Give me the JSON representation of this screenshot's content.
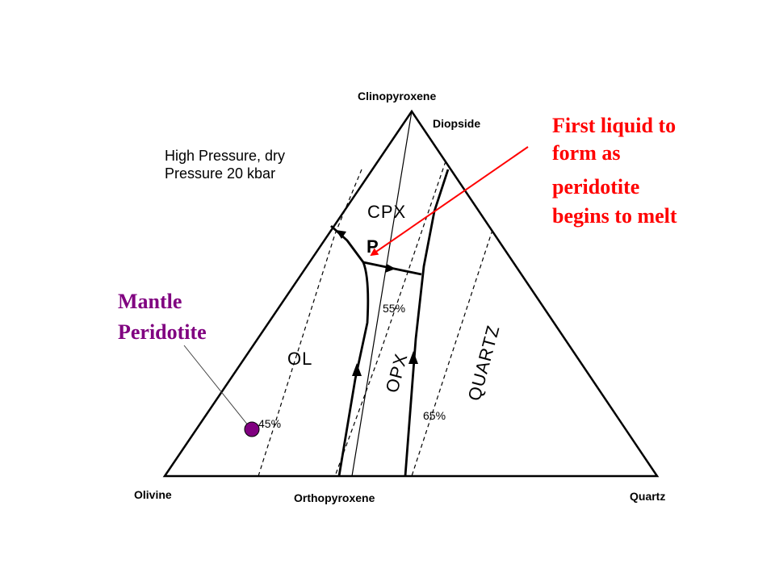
{
  "vertices": {
    "top": "Clinopyroxene",
    "left": "Olivine",
    "middle": "Orthopyroxene",
    "right": "Quartz",
    "diopside": "Diopside"
  },
  "conditions": {
    "line1": "High Pressure, dry",
    "line2": "Pressure 20  kbar"
  },
  "fields": {
    "cpx": "CPX",
    "ol": "OL",
    "opx": "OPX",
    "quartz": "QUARTZ",
    "point": "P"
  },
  "isopleths": {
    "p45": "45%",
    "p55": "55%",
    "p65": "65%"
  },
  "annotations": {
    "first_liquid": [
      "First liquid to",
      "form as",
      "peridotite",
      "begins to melt"
    ],
    "mantle": [
      "Mantle",
      "Peridotite"
    ]
  },
  "colors": {
    "first_liquid_text": "#ff0000",
    "first_liquid_arrow": "#ff0000",
    "mantle_text": "#800080",
    "mantle_marker": "#800080"
  }
}
